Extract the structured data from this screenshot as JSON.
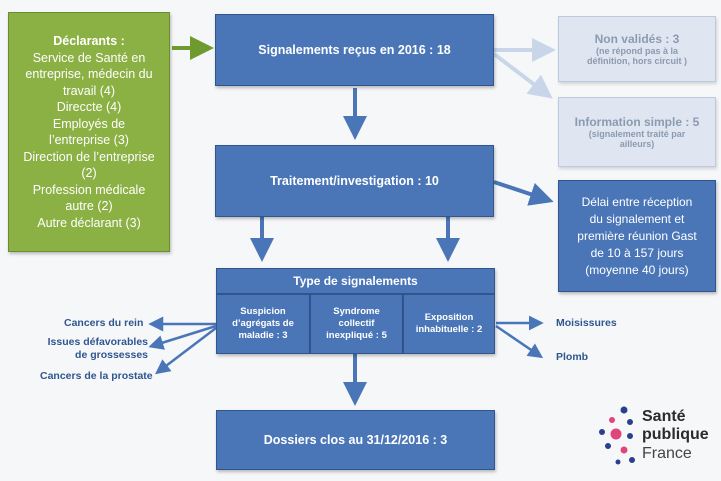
{
  "declarants": {
    "title": "Déclarants :",
    "lines": [
      "Service de Santé en",
      "entreprise, médecin du",
      "travail (4)",
      "Direccte (4)",
      "Employés de",
      "l’entreprise (3)",
      "Direction de l’entreprise",
      "(2)",
      "Profession médicale",
      "autre (2)",
      "Autre déclarant (3)"
    ]
  },
  "received": "Signalements reçus en 2016 : 18",
  "non_valides": {
    "title": "Non validés : 3",
    "lines": [
      "(ne répond pas à la",
      "définition, hors circuit )"
    ]
  },
  "info_simple": {
    "title": "Information simple : 5",
    "lines": [
      "(signalement traité par",
      "ailleurs)"
    ]
  },
  "traitement": "Traitement/investigation : 10",
  "delai": {
    "lines": [
      "Délai entre réception",
      "du signalement et",
      "première réunion Gast",
      "de 10 à 157 jours",
      "(moyenne 40 jours)"
    ]
  },
  "type_header": "Type de signalements",
  "types": [
    {
      "lines": [
        "Suspicion",
        "d’agrégats de",
        "maladie : 3"
      ]
    },
    {
      "lines": [
        "Syndrome",
        "collectif",
        "inexpliqué : 5"
      ]
    },
    {
      "lines": [
        "Exposition",
        "inhabituelle : 2"
      ]
    }
  ],
  "left_outcomes": [
    "Cancers du rein",
    "Issues défavorables",
    "de grossesses",
    "Cancers de la prostate"
  ],
  "right_outcomes": [
    "Moisissures",
    "Plomb"
  ],
  "closed": "Dossiers clos au 31/12/2016 : 3",
  "logo": {
    "line1": "Santé",
    "line2": "publique",
    "line3": "France"
  },
  "colors": {
    "blue": "#4a76b8",
    "green": "#8bb043",
    "pale": "#dfe6f2",
    "label": "#2f568f"
  }
}
